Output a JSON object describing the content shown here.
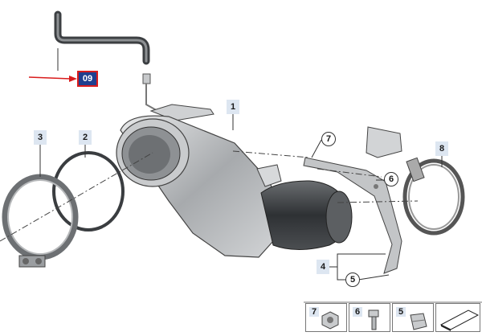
{
  "diagram": {
    "colors": {
      "highlight_box": "#1f3f8f",
      "highlight_border": "#d91c1c",
      "arrow": "#d91c1c",
      "callout_bg": "#dde6f1",
      "part_gray": "#b9bcbf",
      "part_dark": "#3c3f42"
    }
  },
  "callouts": {
    "c09": "09",
    "c1": "1",
    "c2": "2",
    "c3": "3",
    "c4": "4",
    "c5": "5",
    "c6": "6",
    "c7": "7",
    "c8": "8"
  },
  "legend": {
    "items": [
      {
        "num": "7",
        "icon": "hex-nut-icon"
      },
      {
        "num": "6",
        "icon": "hex-bolt-icon"
      },
      {
        "num": "5",
        "icon": "clip-bracket-icon"
      },
      {
        "num": "",
        "icon": "gasket-plate-icon"
      }
    ]
  }
}
